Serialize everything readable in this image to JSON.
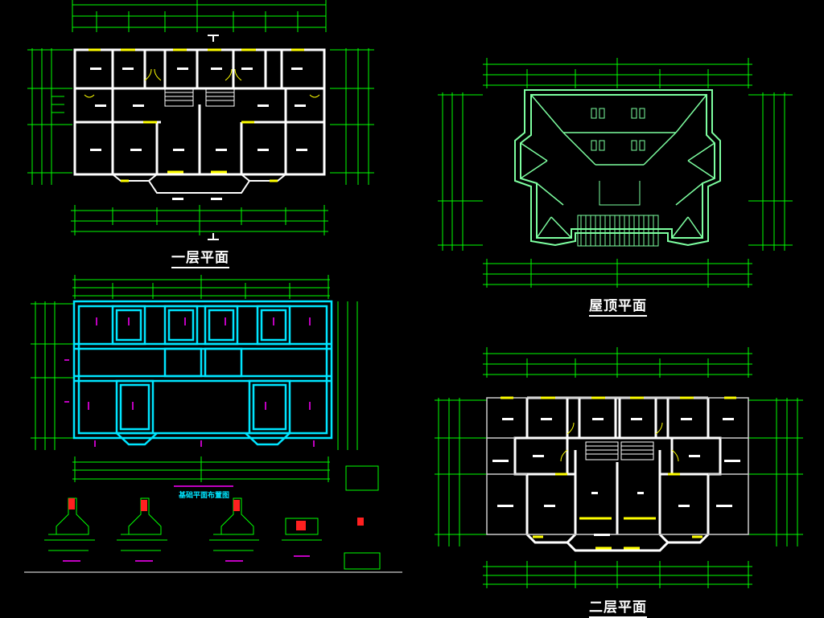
{
  "drawings": {
    "first_floor": {
      "title": "一层平面"
    },
    "roof": {
      "title": "屋顶平面"
    },
    "second_floor": {
      "title": "二层平面"
    },
    "foundation": {
      "title": "基础平面布置图"
    }
  },
  "colors": {
    "background": "#000000",
    "wall": "#ffffff",
    "dimension": "#00ff00",
    "foundation_outline": "#00e5ff",
    "window": "#ffff00",
    "annotation": "#ff00ff",
    "section_fill": "#ff2020"
  },
  "icons": [
    "stair-icon",
    "door-swing-icon",
    "dimension-line-icon",
    "section-marker-icon"
  ]
}
